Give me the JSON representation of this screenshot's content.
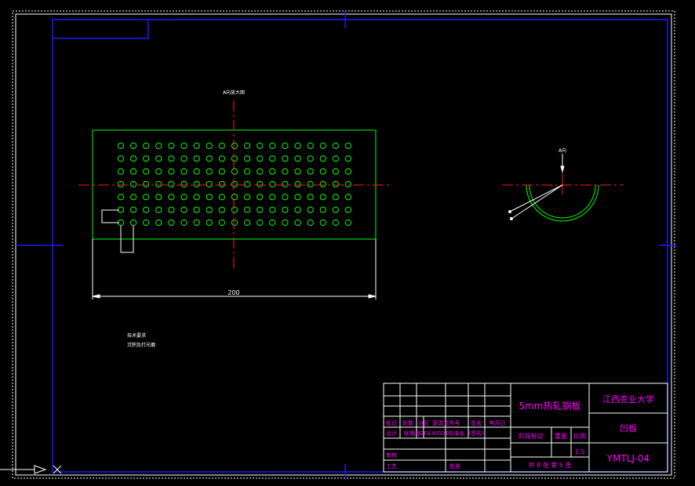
{
  "view_label": "A向放大图",
  "section_label": "A向",
  "dimension_width": "200",
  "tech_req_title": "技术要求",
  "tech_req_line1": "沉积及打光磨",
  "hole_pattern": {
    "columns": 19,
    "rows": 7
  },
  "title_block": {
    "part_name": "5mm热轧钢板",
    "school": "江西农业大学",
    "drawing_name": "凹板",
    "drawing_no": "YMTLJ-04",
    "scale_value": "1:5",
    "sheet_info": "共 8 张  第 5 张",
    "hdr_mark": "标记",
    "hdr_count": "处数",
    "hdr_zone": "分区",
    "hdr_docno": "更改文件号",
    "hdr_sign": "签名",
    "hdr_date": "年月日",
    "row_design": "设计",
    "designer": "张湘湘",
    "design_date": "20140501",
    "standardize": "标准化",
    "sign_note": "(签名)",
    "stage_mark": "阶段标记",
    "weight": "重量",
    "scale": "比例",
    "review": "审核",
    "process": "工艺",
    "approve": "批准"
  },
  "colors": {
    "frame_white": "#ffffff",
    "frame_blue": "#1a1aff",
    "outline_green": "#00ff00",
    "centerline_red": "#ff1a1a",
    "text_magenta": "#ff00ff"
  }
}
